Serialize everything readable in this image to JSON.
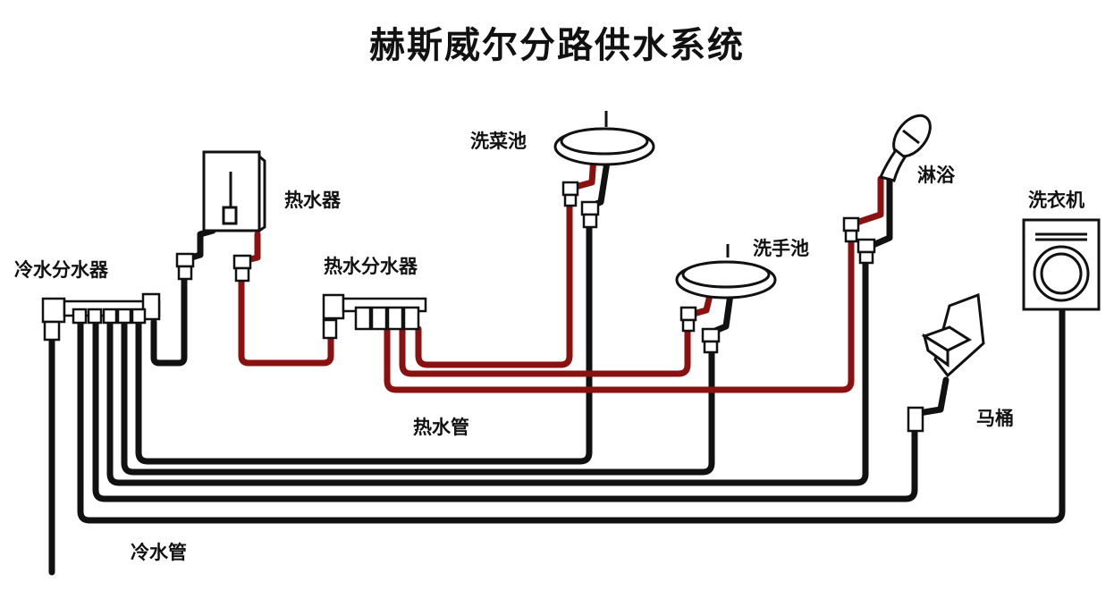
{
  "title": "赫斯威尔分路供水系统",
  "labels": {
    "water_heater": "热水器",
    "cold_manifold": "冷水分水器",
    "hot_manifold": "热水分水器",
    "kitchen_sink": "洗菜池",
    "shower": "淋浴",
    "wash_basin": "洗手池",
    "washing_machine": "洗衣机",
    "toilet": "马桶",
    "hot_pipe": "热水管",
    "cold_pipe": "冷水管"
  },
  "colors": {
    "hot_pipe": "#8b1010",
    "cold_pipe": "#111111"
  }
}
